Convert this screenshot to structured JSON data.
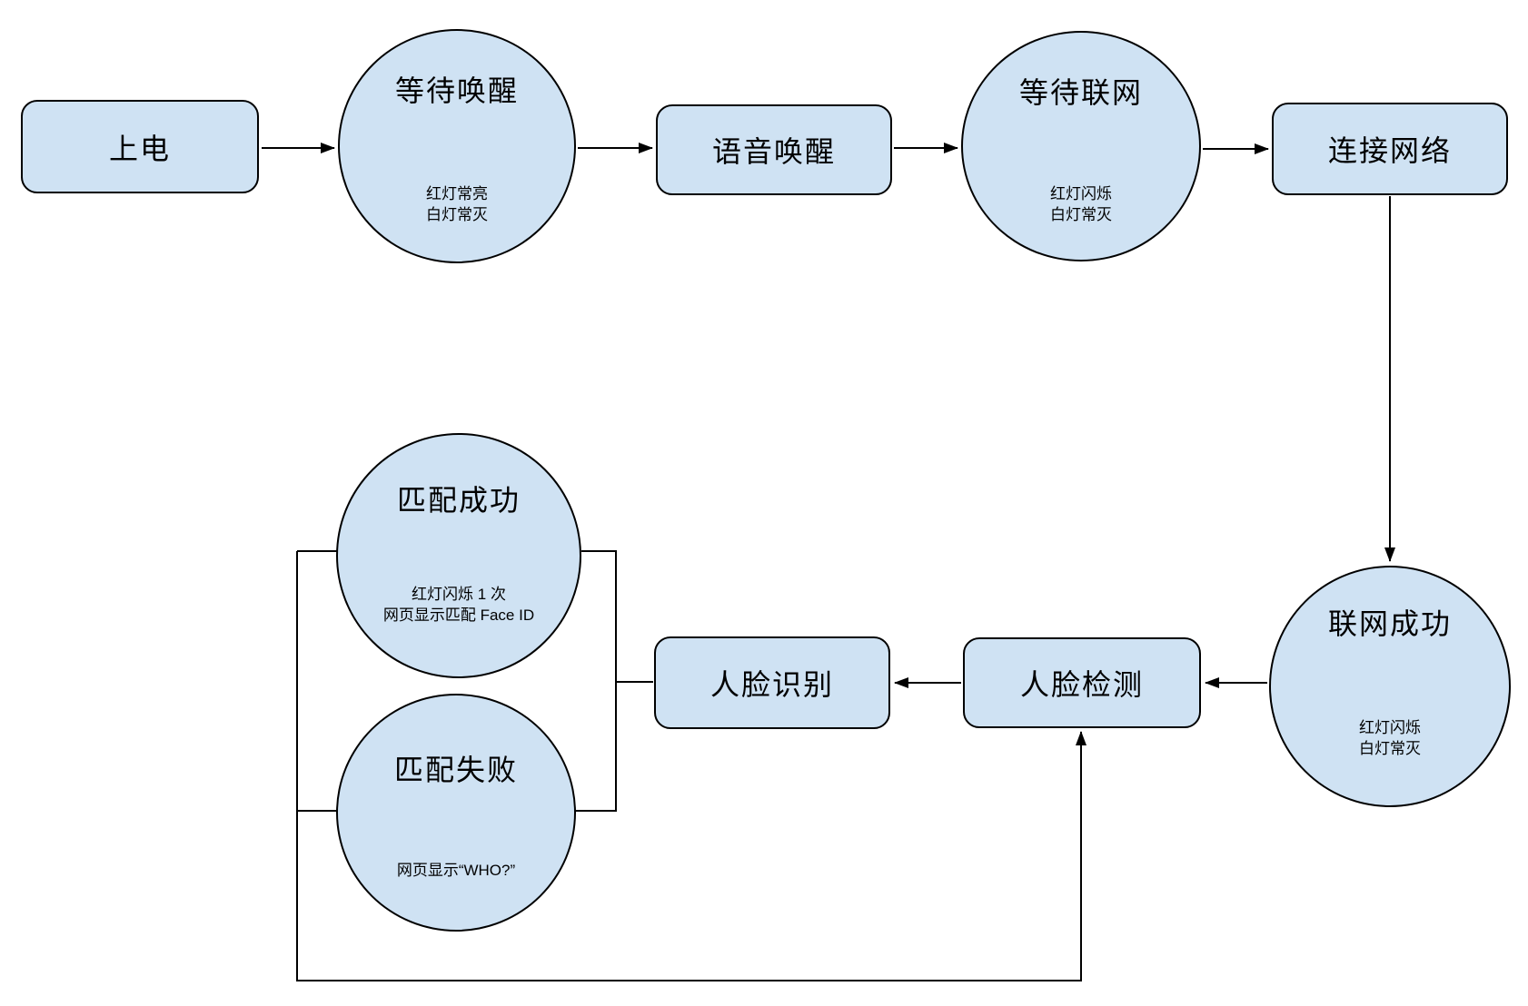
{
  "colors": {
    "node_fill": "#cfe2f3",
    "line_color": "#000000",
    "text_color": "#000000",
    "background": "#ffffff"
  },
  "nodes": {
    "power_on": {
      "label": "上电"
    },
    "wait_wake": {
      "title": "等待唤醒",
      "notes": [
        "红灯常亮",
        "白灯常灭"
      ]
    },
    "voice_wake": {
      "label": "语音唤醒"
    },
    "wait_network": {
      "title": "等待联网",
      "notes": [
        "红灯闪烁",
        "白灯常灭"
      ]
    },
    "connect_network": {
      "label": "连接网络"
    },
    "network_success": {
      "title": "联网成功",
      "notes": [
        "红灯闪烁",
        "白灯常灭"
      ]
    },
    "face_detect": {
      "label": "人脸检测"
    },
    "face_recognize": {
      "label": "人脸识别"
    },
    "match_success": {
      "title": "匹配成功",
      "notes": [
        "红灯闪烁 1 次",
        "网页显示匹配 Face ID"
      ]
    },
    "match_fail": {
      "title": "匹配失败",
      "notes": [
        "网页显示“WHO?”"
      ]
    }
  },
  "edges": [
    {
      "from": "上电",
      "to": "等待唤醒"
    },
    {
      "from": "等待唤醒",
      "to": "语音唤醒"
    },
    {
      "from": "语音唤醒",
      "to": "等待联网"
    },
    {
      "from": "等待联网",
      "to": "连接网络"
    },
    {
      "from": "连接网络",
      "to": "联网成功"
    },
    {
      "from": "联网成功",
      "to": "人脸检测"
    },
    {
      "from": "人脸检测",
      "to": "人脸识别"
    },
    {
      "from": "人脸识别",
      "to": "匹配成功"
    },
    {
      "from": "人脸识别",
      "to": "匹配失败"
    },
    {
      "from": "匹配成功",
      "to": "人脸检测"
    },
    {
      "from": "匹配失败",
      "to": "人脸检测"
    }
  ]
}
